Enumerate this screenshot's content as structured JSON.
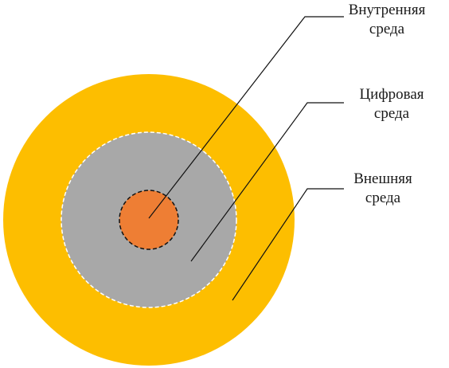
{
  "diagram": {
    "layers": [
      {
        "id": "outer",
        "label_line1": "Внешняя",
        "label_line2": "среда",
        "color": "#FDBE00"
      },
      {
        "id": "digital",
        "label_line1": "Цифровая",
        "label_line2": "среда",
        "color": "#A8A8A8",
        "border": "dashed-white"
      },
      {
        "id": "inner",
        "label_line1": "Внутренняя",
        "label_line2": "среда",
        "color": "#EE7E34",
        "border": "dashed-black"
      }
    ]
  }
}
